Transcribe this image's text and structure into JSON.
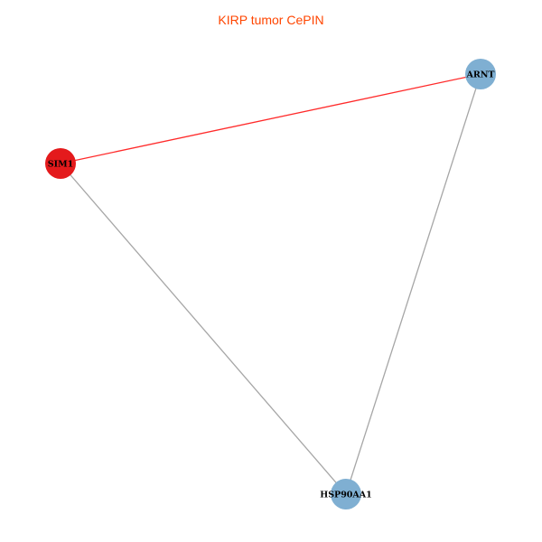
{
  "title": "KIRP tumor CePIN",
  "nodes": [
    {
      "id": "SIM1",
      "label": "SIM1",
      "color": "#E41A1C"
    },
    {
      "id": "ARNT",
      "label": "ARNT",
      "color": "#7FAFD2"
    },
    {
      "id": "HSP90AA1",
      "label": "HSP90AA1",
      "color": "#7FAFD2"
    }
  ],
  "edges": [
    {
      "source": "SIM1",
      "target": "ARNT",
      "color": "#FF2A2A"
    },
    {
      "source": "SIM1",
      "target": "HSP90AA1",
      "color": "#A6A6A6"
    },
    {
      "source": "ARNT",
      "target": "HSP90AA1",
      "color": "#A6A6A6"
    }
  ]
}
